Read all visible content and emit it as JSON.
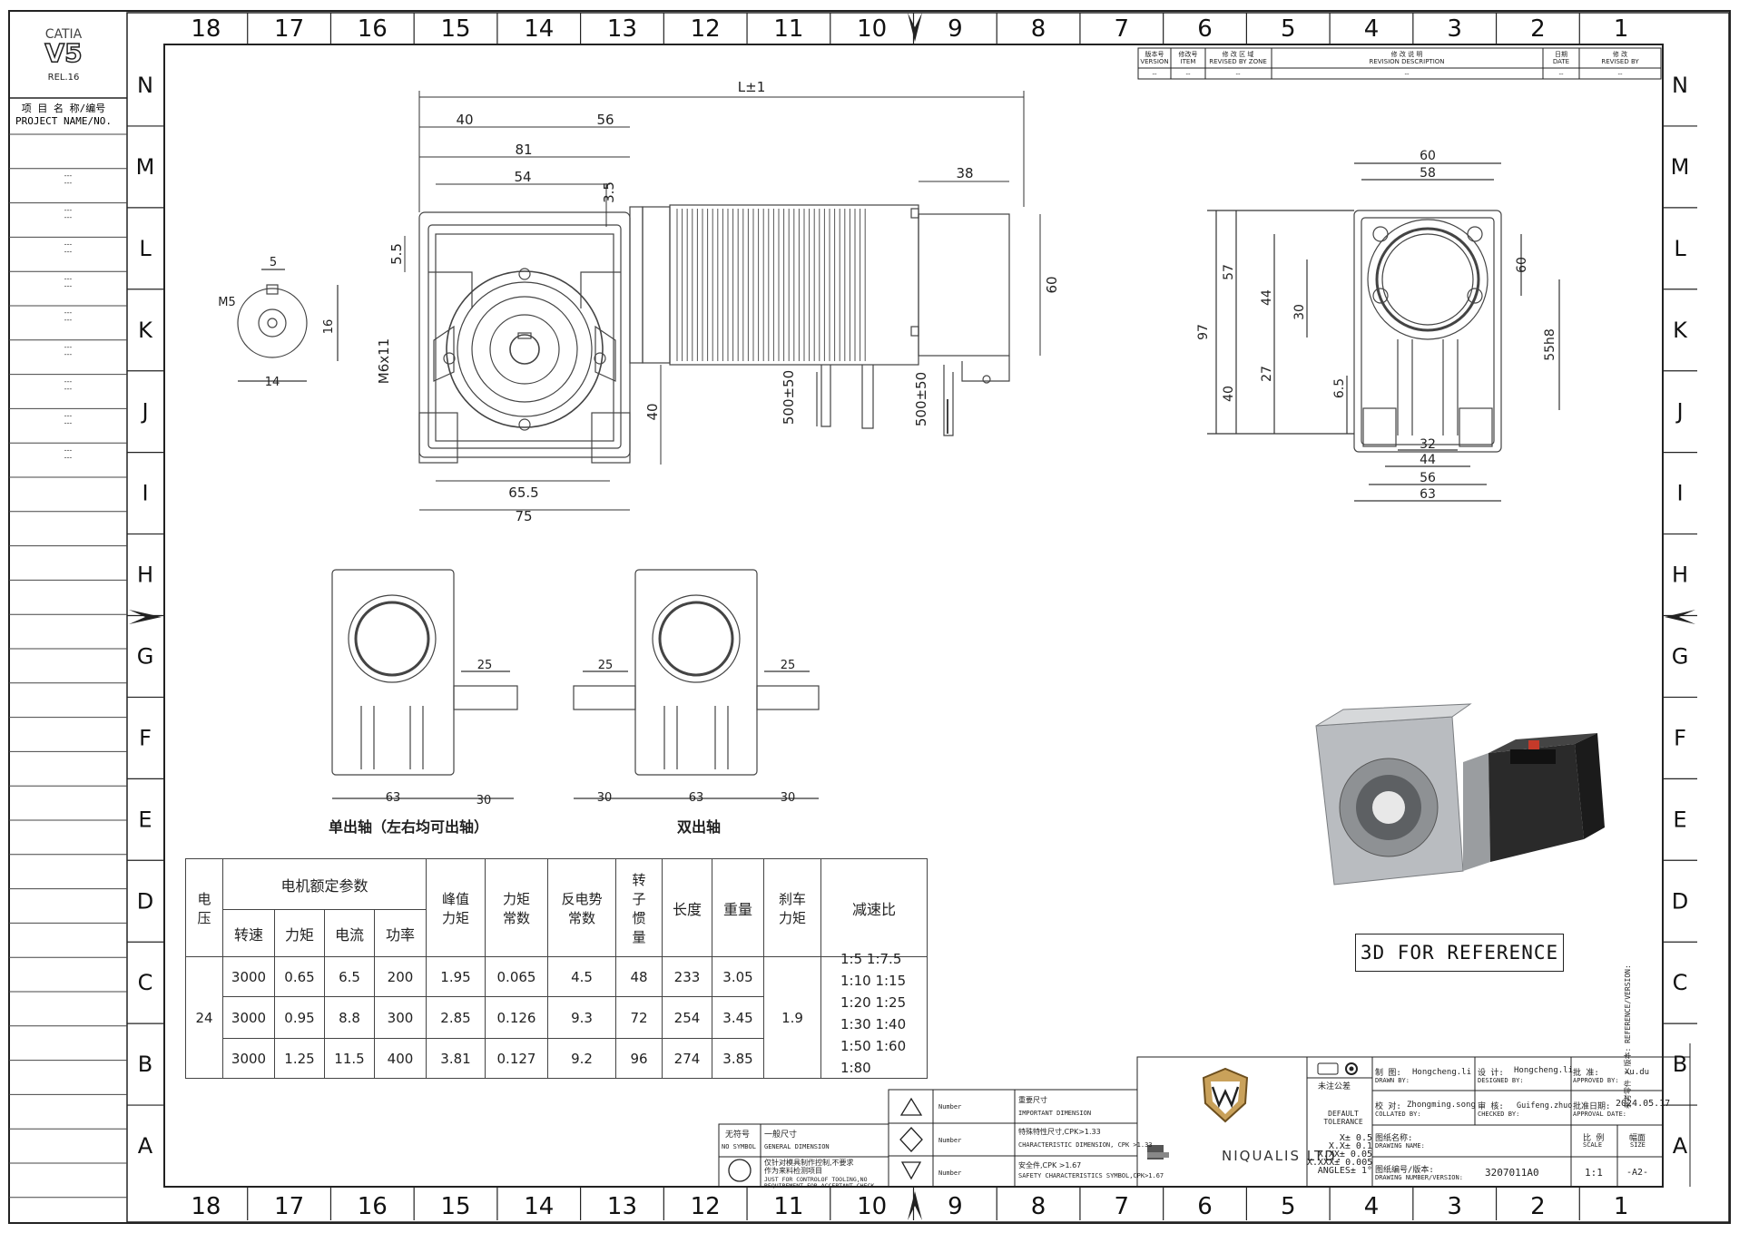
{
  "catia": {
    "name": "CATIA",
    "version": "V5",
    "release": "REL.16"
  },
  "project_header": {
    "cn": "项 目 名 称/编号",
    "en": "PROJECT NAME/NO."
  },
  "project_rows": [
    "---\n---",
    "---\n---",
    "---\n---",
    "---\n---",
    "---\n---",
    "---\n---",
    "---\n---",
    "---\n---",
    "---\n---"
  ],
  "grid": {
    "columns_top": [
      "18",
      "17",
      "16",
      "15",
      "14",
      "13",
      "12",
      "11",
      "10",
      "9",
      "8",
      "7",
      "6",
      "5",
      "4",
      "3",
      "2",
      "1"
    ],
    "columns_bottom": [
      "18",
      "17",
      "16",
      "15",
      "14",
      "13",
      "12",
      "11",
      "10",
      "9",
      "8",
      "7",
      "6",
      "5",
      "4",
      "3",
      "2",
      "1"
    ],
    "rows": [
      "N",
      "M",
      "L",
      "K",
      "J",
      "I",
      "H",
      "G",
      "F",
      "E",
      "D",
      "C",
      "B",
      "A"
    ]
  },
  "revision_table": {
    "headers": [
      {
        "cn": "版本号",
        "en": "VERSION"
      },
      {
        "cn": "修改号",
        "en": "ITEM"
      },
      {
        "cn": "修 改 区 域",
        "en": "REVISED BY ZONE"
      },
      {
        "cn": "修 改 说 明",
        "en": "REVISION DESCRIPTION"
      },
      {
        "cn": "日期",
        "en": "DATE"
      },
      {
        "cn": "修 改",
        "en": "REVISED BY"
      }
    ],
    "row": [
      "--",
      "--",
      "--",
      "--",
      "--",
      "--"
    ]
  },
  "dimensions": {
    "front": [
      "L±1",
      "40",
      "56",
      "81",
      "54",
      "3.5",
      "5.5",
      "38",
      "60",
      "M6x11",
      "40",
      "500±50",
      "500±50",
      "65.5",
      "75"
    ],
    "shaft": [
      "5",
      "M5",
      "16",
      "14"
    ],
    "side": [
      "60",
      "58",
      "57",
      "60",
      "44",
      "30",
      "97",
      "55h8",
      "27",
      "6.5",
      "40",
      "32",
      "44",
      "56",
      "63"
    ],
    "single": [
      "25",
      "63",
      "30"
    ],
    "double": [
      "25",
      "25",
      "30",
      "63",
      "30"
    ]
  },
  "view_labels": {
    "single": "单出轴（左右均可出轴）",
    "double": "双出轴"
  },
  "spec_table": {
    "h_voltage": "电\n压",
    "h_rated": "电机额定参数",
    "h_speed": "转速",
    "h_torque": "力矩",
    "h_current": "电流",
    "h_power": "功率",
    "h_peak": "峰值\n力矩",
    "h_kt": "力矩\n常数",
    "h_ke": "反电势\n常数",
    "h_inertia": "转\n子\n惯\n量",
    "h_length": "长度",
    "h_weight": "重量",
    "h_brake": "刹车\n力矩",
    "h_ratio": "减速比",
    "voltage": "24",
    "brake": "1.9",
    "rows": [
      [
        "3000",
        "0.65",
        "6.5",
        "200",
        "1.95",
        "0.065",
        "4.5",
        "48",
        "233",
        "3.05"
      ],
      [
        "3000",
        "0.95",
        "8.8",
        "300",
        "2.85",
        "0.126",
        "9.3",
        "72",
        "254",
        "3.45"
      ],
      [
        "3000",
        "1.25",
        "11.5",
        "400",
        "3.81",
        "0.127",
        "9.2",
        "96",
        "274",
        "3.85"
      ]
    ],
    "ratios": [
      "1:5  1:7.5",
      "1:10  1:15",
      "1:20  1:25",
      "1:30  1:40",
      "1:50  1:60",
      "1:80"
    ]
  },
  "ref3d_label": "3D FOR REFERENCE",
  "symbols": {
    "no_symbol": {
      "cn": "无符号",
      "en": "NO SYMBOL",
      "desc_cn": "一般尺寸",
      "desc_en": "GENERAL DIMENSION"
    },
    "circle": {
      "desc_cn": "仅针对模具制作控制,不要求\n作为来料检测项目",
      "desc_en": "JUST FOR CONTROLOF TOOLING,NO\nREQUIREMENT FOR ACCEPTANT CHECK"
    },
    "number": "Number",
    "triangle": {
      "cn": "重要尺寸",
      "en": "IMPORTANT DIMENSION"
    },
    "diamond": {
      "cn": "特殊特性尺寸,CPK>1.33",
      "en": "CHARACTERISTIC DIMENSION,\nCPK >1.33"
    },
    "safety": {
      "cn": "安全件,CPK >1.67",
      "en": "SAFETY CHARACTERISTICS\nSYMBOL,CPK>1.67"
    }
  },
  "company": "NIQUALIS LTD.",
  "title_block": {
    "tolerance_cn": "未注公差",
    "tolerance_en": "DEFAULT\nTOLERANCE",
    "tolerances": [
      "X± 0.5",
      "X.X± 0.1",
      "X.XX± 0.05",
      "X.XXX± 0.005",
      "ANGLES± 1°"
    ],
    "drawn_label": "制    图:",
    "drawn_en": "DRAWN BY:",
    "drawn_by": "Hongcheng.li",
    "designed_label": "设    计:",
    "designed_en": "DESIGNED BY:",
    "designed_by": "Hongcheng.li",
    "approved_label": "批    准:",
    "approved_en": "APPROVED BY:",
    "approved_by": "Xu.du",
    "collated_label": "校    对:",
    "collated_en": "COLLATED BY:",
    "collated_by": "Zhongming.song",
    "checked_label": "审    核:",
    "checked_en": "CHECKED BY:",
    "checked_by": "Guifeng.zhuo",
    "approval_date_label": "批准日期:",
    "approval_date_en": "APPROVAL DATE:",
    "approval_date": "2024.05.17",
    "drawing_name_label": "图纸名称:",
    "drawing_name_en": "DRAWING NAME:",
    "drawing_number_label": "图纸编号/版本:",
    "drawing_number_en": "DRAWING NUMBER/VERSION:",
    "drawing_number": "3207011A0",
    "scale_label": "比 例",
    "scale_en": "SCALE",
    "scale": "1:1",
    "size_label": "幅面",
    "size_en": "SIZE",
    "size": "-A2-",
    "reference_side": "参考零件 / 版本: REFERENCE/VERSION:"
  }
}
